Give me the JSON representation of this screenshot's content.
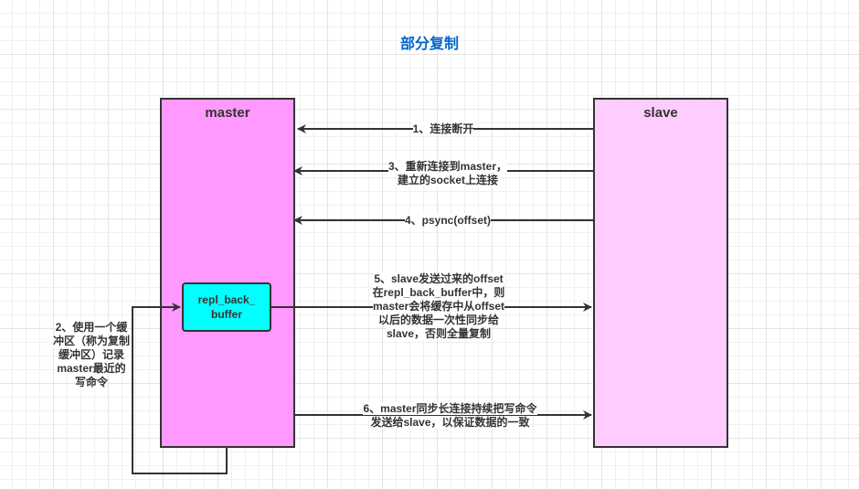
{
  "diagram": {
    "title": "部分复制",
    "colors": {
      "title": "#0066cc",
      "master_fill": "#ff99ff",
      "slave_fill": "#ffccff",
      "buffer_fill": "#00ffff",
      "stroke": "#333333"
    },
    "nodes": {
      "master": {
        "label": "master"
      },
      "slave": {
        "label": "slave"
      },
      "buffer": {
        "label": "repl_back_\nbuffer"
      }
    },
    "edges": [
      {
        "id": "step1",
        "from": "slave",
        "to": "master",
        "label": "1、连接断开"
      },
      {
        "id": "step2",
        "from": "master",
        "to": "buffer",
        "label": "2、使用一个缓\n冲区（称为复制\n缓冲区）记录\nmaster最近的\n写命令"
      },
      {
        "id": "step3",
        "from": "slave",
        "to": "master",
        "label": "3、重新连接到master，\n建立的socket上连接"
      },
      {
        "id": "step4",
        "from": "slave",
        "to": "master",
        "label": "4、psync(offset)"
      },
      {
        "id": "step5",
        "from": "buffer",
        "to": "slave",
        "label": "5、slave发送过来的offset\n在repl_back_buffer中，则\nmaster会将缓存中从offset\n以后的数据一次性同步给\nslave，否则全量复制"
      },
      {
        "id": "step6",
        "from": "master",
        "to": "slave",
        "label": "6、master同步长连接持续把写命令\n发送给slave，以保证数据的一致"
      }
    ]
  }
}
